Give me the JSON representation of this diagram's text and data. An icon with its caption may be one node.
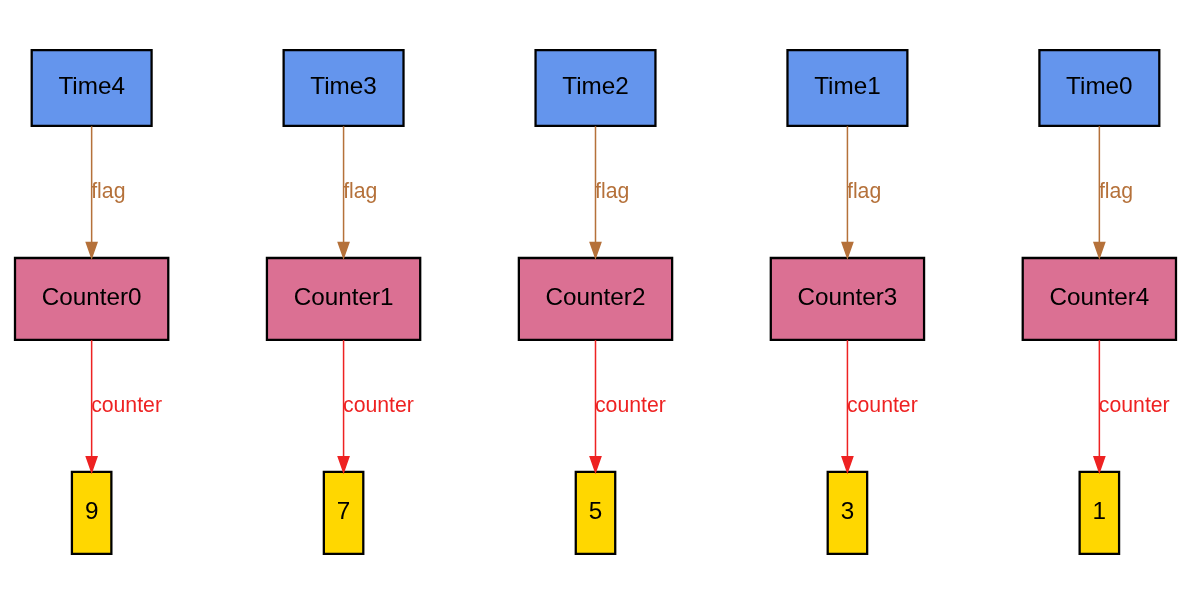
{
  "diagram": {
    "nodes": [
      {
        "text": [
          "Time4"
        ]
      },
      {
        "text": [
          "Time3"
        ]
      },
      {
        "text": [
          "Time2"
        ]
      },
      {
        "text": [
          "Time1"
        ]
      },
      {
        "text": [
          "Time0"
        ]
      },
      {
        "text": [
          "Counter0"
        ]
      },
      {
        "text": [
          "Counter1"
        ]
      },
      {
        "text": [
          "Counter2"
        ]
      },
      {
        "text": [
          "Counter3"
        ]
      },
      {
        "text": [
          "Counter4"
        ]
      },
      {
        "text": [
          "9"
        ]
      },
      {
        "text": [
          "7"
        ]
      },
      {
        "text": [
          "5"
        ]
      },
      {
        "text": [
          "3"
        ]
      },
      {
        "text": [
          "1"
        ]
      }
    ],
    "edges": [
      {
        "from": 0,
        "to": 5,
        "arrow": "to",
        "label": "flag",
        "color": "#b5713a"
      },
      {
        "from": 5,
        "to": 10,
        "arrow": "to",
        "label": "counter",
        "color": "#ee2222"
      },
      {
        "from": 1,
        "to": 6,
        "arrow": "to",
        "label": "flag",
        "color": "#b5713a"
      },
      {
        "from": 6,
        "to": 11,
        "arrow": "to",
        "label": "counter",
        "color": "#ee2222"
      },
      {
        "from": 2,
        "to": 7,
        "arrow": "to",
        "label": "flag",
        "color": "#b5713a"
      },
      {
        "from": 7,
        "to": 12,
        "arrow": "to",
        "label": "counter",
        "color": "#ee2222"
      },
      {
        "from": 3,
        "to": 8,
        "arrow": "to",
        "label": "flag",
        "color": "#b5713a"
      },
      {
        "from": 8,
        "to": 13,
        "arrow": "to",
        "label": "counter",
        "color": "#ee2222"
      },
      {
        "from": 4,
        "to": 9,
        "arrow": "to",
        "label": "flag",
        "color": "#b5713a"
      },
      {
        "from": 9,
        "to": 14,
        "arrow": "to",
        "label": "counter",
        "color": "#ee2222"
      }
    ]
  }
}
